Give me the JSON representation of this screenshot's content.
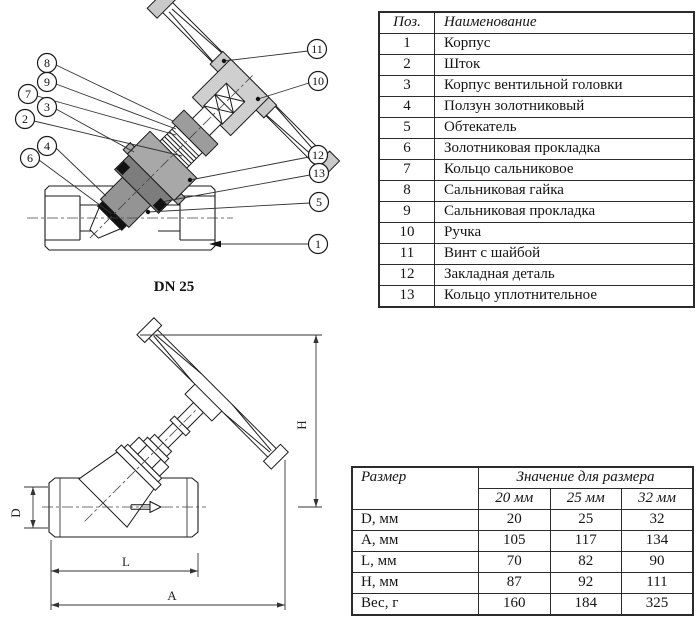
{
  "diagram_top": {
    "label": "DN 25",
    "callouts": [
      "8",
      "9",
      "7",
      "3",
      "2",
      "4",
      "6",
      "11",
      "10",
      "12",
      "13",
      "5",
      "1"
    ]
  },
  "diagram_bottom": {
    "dims": {
      "d": "D",
      "l": "L",
      "a": "A",
      "h": "H"
    }
  },
  "parts_table": {
    "headers": {
      "pos": "Поз.",
      "name": "Наименование"
    },
    "rows": [
      {
        "pos": "1",
        "name": "Корпус"
      },
      {
        "pos": "2",
        "name": "Шток"
      },
      {
        "pos": "3",
        "name": "Корпус вентильной головки"
      },
      {
        "pos": "4",
        "name": "Ползун золотниковый"
      },
      {
        "pos": "5",
        "name": "Обтекатель"
      },
      {
        "pos": "6",
        "name": "Золотниковая прокладка"
      },
      {
        "pos": "7",
        "name": "Кольцо сальниковое"
      },
      {
        "pos": "8",
        "name": "Сальниковая гайка"
      },
      {
        "pos": "9",
        "name": "Сальниковая прокладка"
      },
      {
        "pos": "10",
        "name": "Ручка"
      },
      {
        "pos": "11",
        "name": "Винт с шайбой"
      },
      {
        "pos": "12",
        "name": "Закладная деталь"
      },
      {
        "pos": "13",
        "name": "Кольцо уплотнительное"
      }
    ]
  },
  "size_table": {
    "header_size": "Размер",
    "header_value": "Значение для размера",
    "sub_headers": [
      "20 мм",
      "25 мм",
      "32 мм"
    ],
    "rows": [
      {
        "label": "D, мм",
        "values": [
          "20",
          "25",
          "32"
        ]
      },
      {
        "label": "A, мм",
        "values": [
          "105",
          "117",
          "134"
        ]
      },
      {
        "label": "L, мм",
        "values": [
          "70",
          "82",
          "90"
        ]
      },
      {
        "label": "H, мм",
        "values": [
          "87",
          "92",
          "111"
        ]
      },
      {
        "label": "Вес, г",
        "values": [
          "160",
          "184",
          "325"
        ]
      }
    ]
  }
}
